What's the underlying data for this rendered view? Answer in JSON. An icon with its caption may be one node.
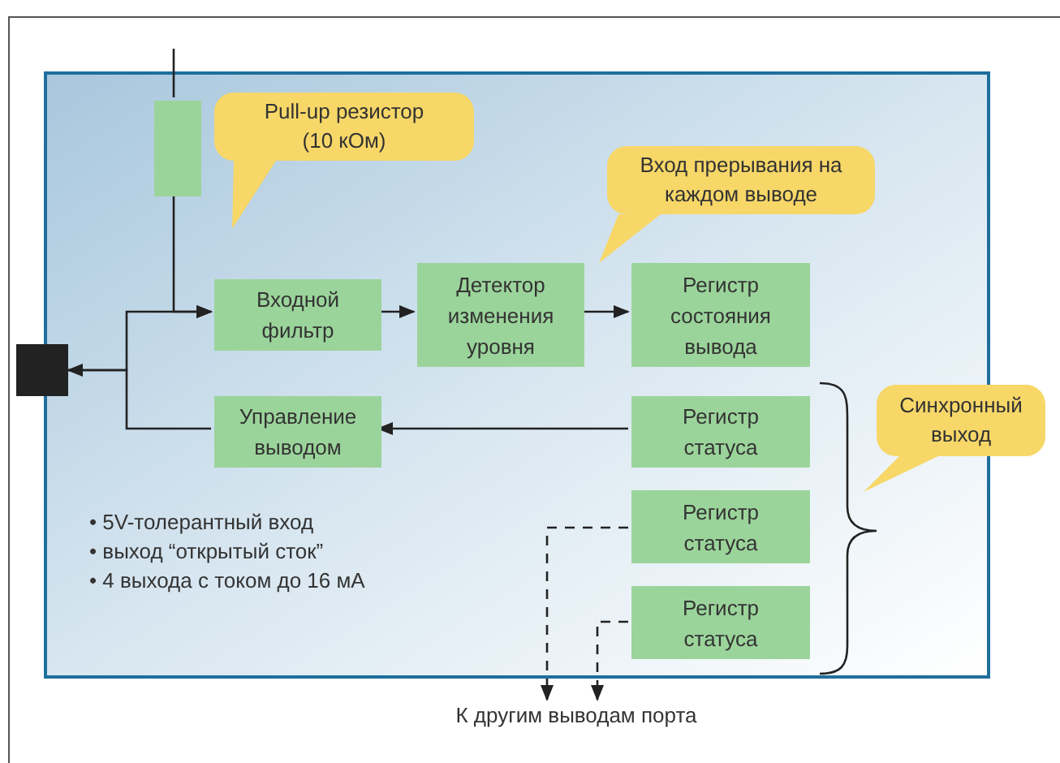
{
  "diagram": {
    "nodes": [
      {
        "text": [],
        "shape": "box"
      },
      {
        "text": [],
        "shape": "box",
        "in": 0
      },
      {
        "text": [
          "Pull-up резистор (10 кОм)"
        ],
        "in": 0
      },
      {
        "text": [
          "Входной фильтр"
        ],
        "in": 0
      },
      {
        "text": [
          "Детектор изменения уровня"
        ],
        "in": 0
      },
      {
        "text": [
          "Вход прерывания на каждом выводе"
        ],
        "in": 0
      },
      {
        "text": [
          "Регистр состояния вывода"
        ],
        "in": 0
      },
      {
        "text": [
          "Управление выводом"
        ],
        "in": 0
      },
      {
        "text": [
          "Регистр статуса"
        ],
        "in": 0
      },
      {
        "text": [
          "Регистр статуса"
        ],
        "in": 0
      },
      {
        "text": [
          "Регистр статуса"
        ],
        "in": 0
      },
      {
        "text": [
          "Синхронный выход"
        ]
      },
      {
        "text": [],
        "shape": "box"
      },
      {
        "text": [
          "К другим выводам порта"
        ]
      }
    ],
    "edges": [
      {
        "from": null,
        "to": 1,
        "arrow": "none"
      },
      {
        "from": 1,
        "to": 3,
        "arrow": "to"
      },
      {
        "from": 12,
        "to": 3,
        "arrow": "to"
      },
      {
        "from": 7,
        "to": 12,
        "arrow": "to"
      },
      {
        "from": 3,
        "to": 4,
        "arrow": "to"
      },
      {
        "from": 4,
        "to": 6,
        "arrow": "to"
      },
      {
        "from": 8,
        "to": 7,
        "arrow": "to"
      },
      {
        "from": 9,
        "to": 13,
        "arrow": "to",
        "style": "dashed"
      },
      {
        "from": 10,
        "to": 13,
        "arrow": "to",
        "style": "dashed"
      }
    ],
    "labels": [
      "• 5V-толерантный вход",
      "• выход “открытый сток”",
      "• 4 выхода с током до 16 мА"
    ]
  }
}
